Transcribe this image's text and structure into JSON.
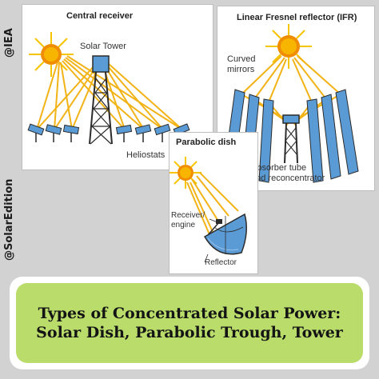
{
  "side_labels": {
    "top": "@IEA",
    "bottom": "@SolarEdition"
  },
  "central": {
    "title": "Central receiver",
    "tower_label": "Solar Tower",
    "heliostats_label": "Heliostats"
  },
  "fresnel": {
    "title": "Linear Fresnel reflector (IFR)",
    "mirrors_line1": "Curved",
    "mirrors_line2": "mirrors",
    "absorber_line1": "Absorber tube",
    "absorber_line2": "and reconcentrator"
  },
  "dish": {
    "title": "Parabolic dish",
    "receiver_line1": "Receiver/",
    "receiver_line2": "engine",
    "reflector_label": "Reflector"
  },
  "banner": {
    "title": "Types of Concentrated Solar Power: Solar Dish, Parabolic Trough, Tower"
  },
  "colors": {
    "sun": "#f7c400",
    "sun_core": "#f08c00",
    "ray": "#f2b316",
    "mirror": "#5b9bd5",
    "steel": "#2b2b2b",
    "banner": "#b9dc6a"
  }
}
